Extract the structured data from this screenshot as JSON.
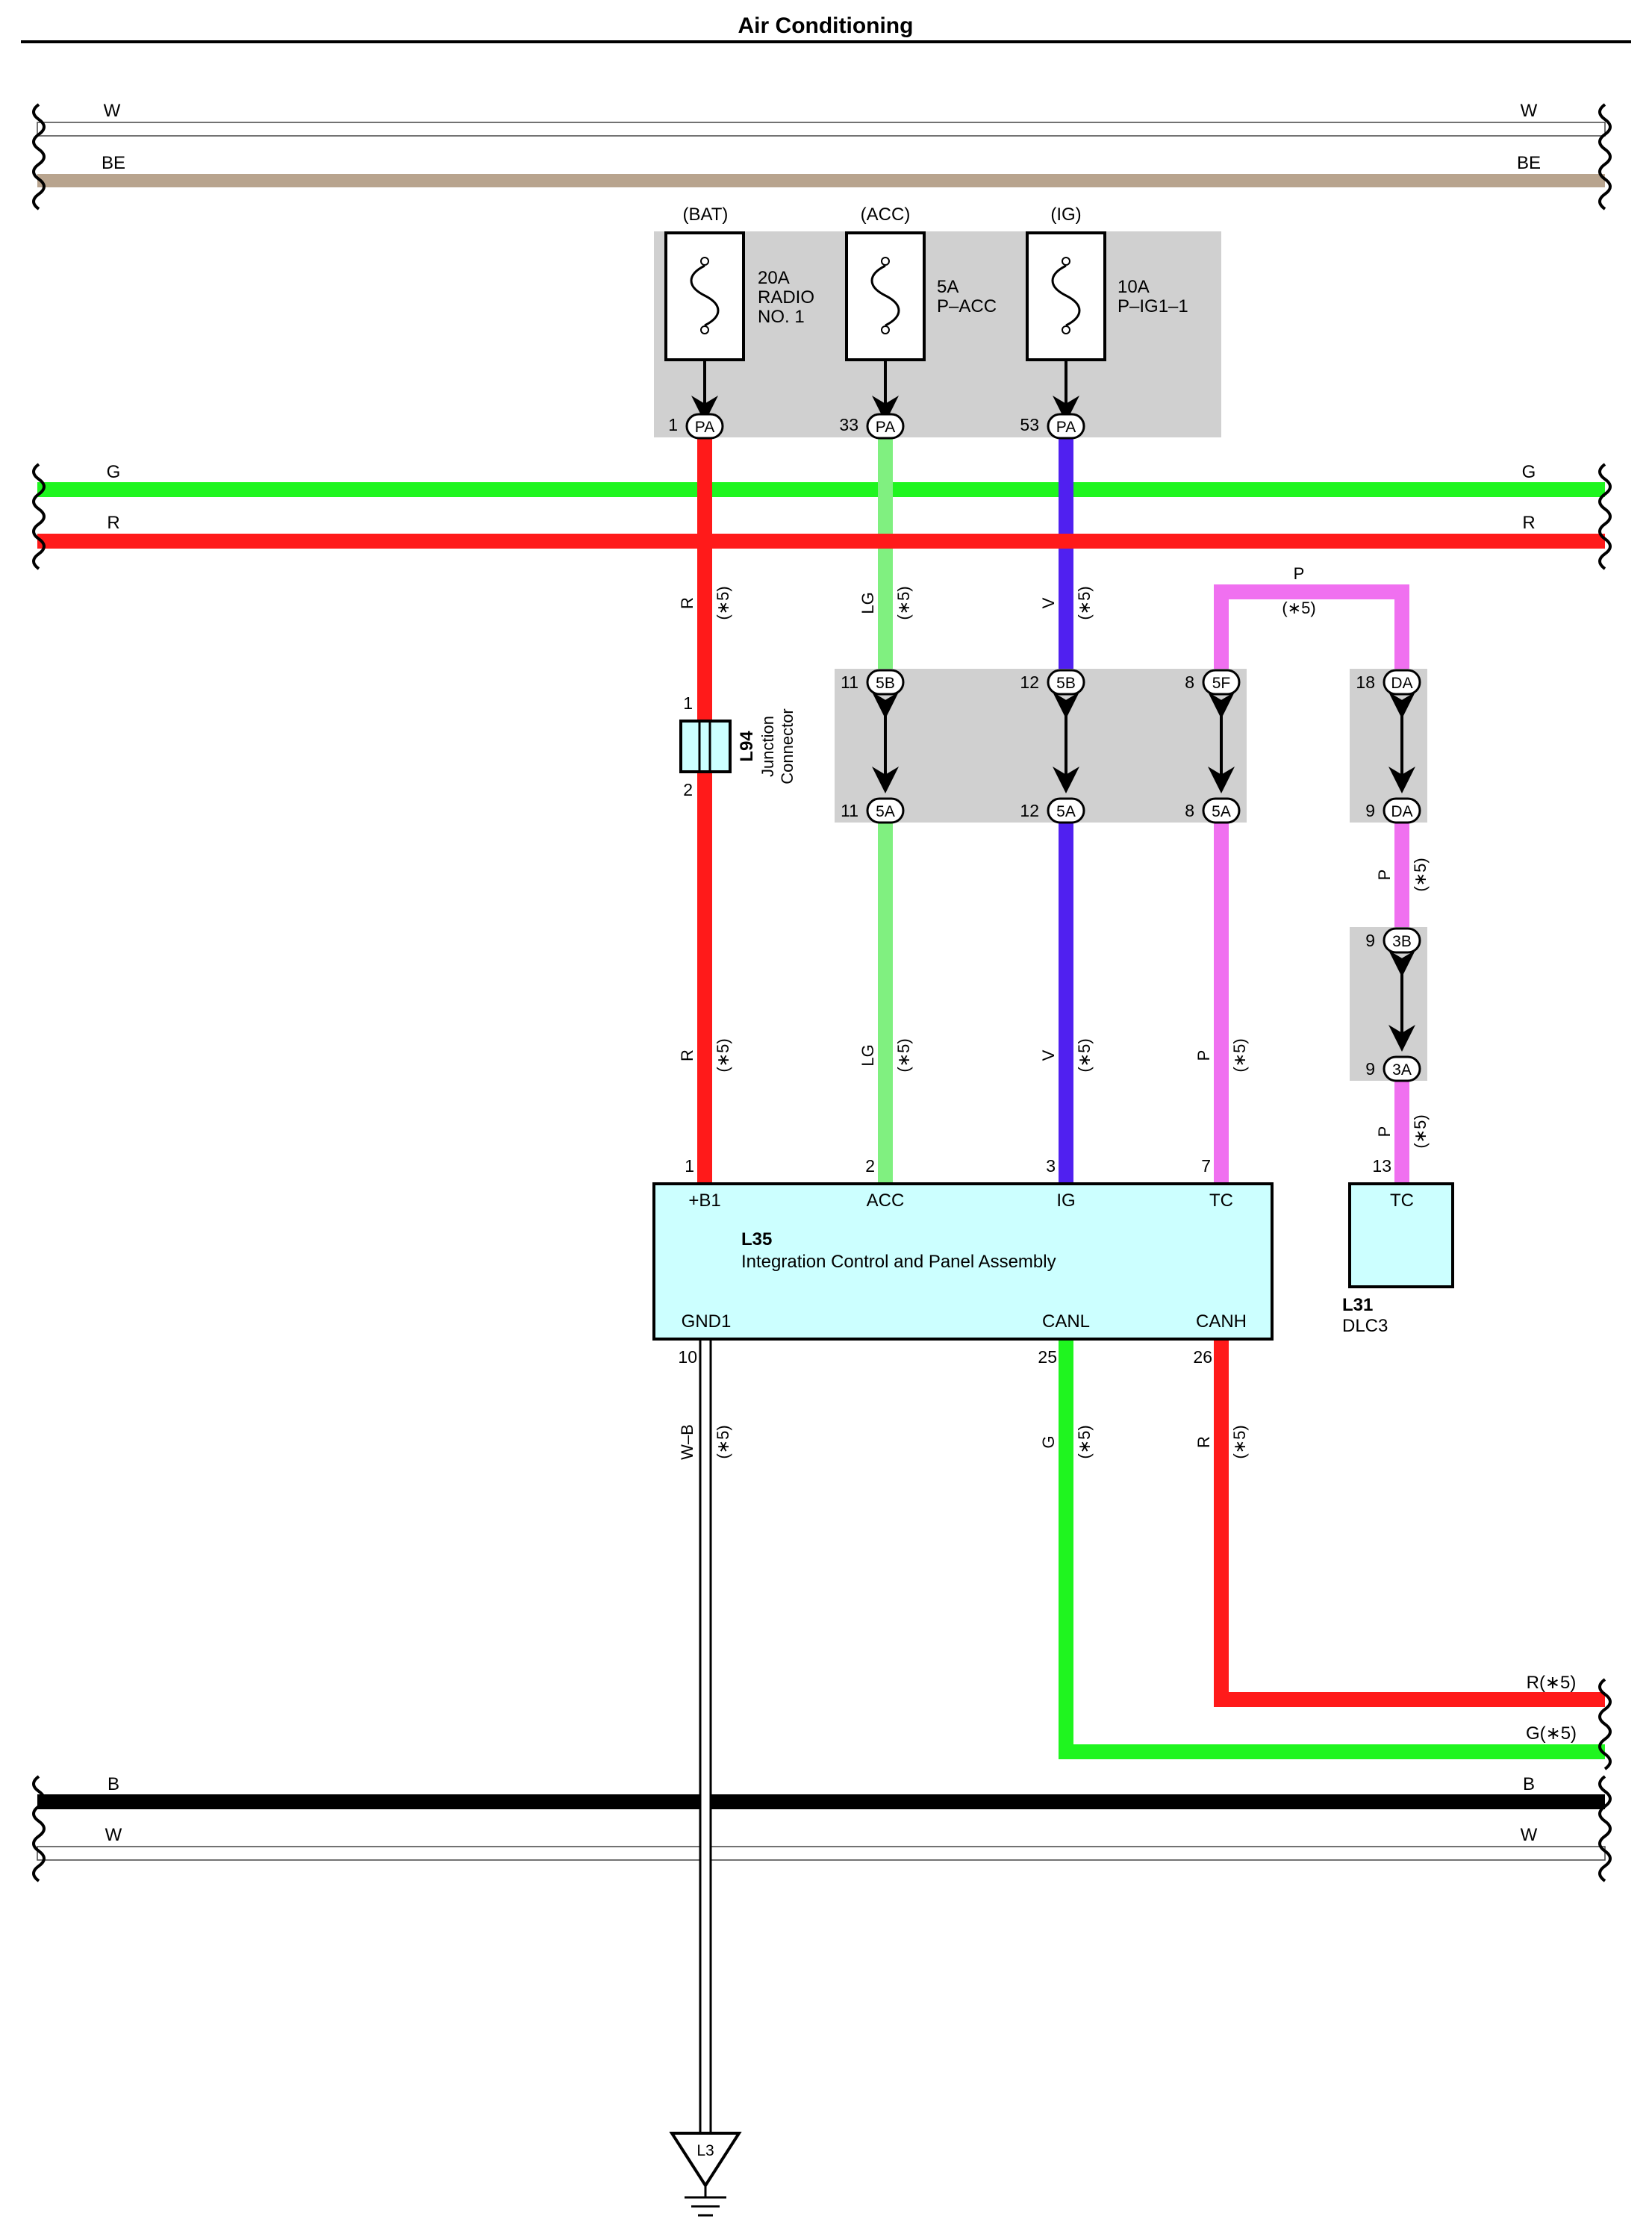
{
  "title": "Air Conditioning",
  "colors": {
    "W": "#ffffff",
    "BE": "#b8a48e",
    "G": "#1ff51f",
    "R": "#ff1a1a",
    "LG": "#80f080",
    "V": "#5020f0",
    "P": "#f070f0",
    "B": "#000000",
    "module_fill": "#ccffff",
    "junction_fill": "#d0d0d0"
  },
  "buses": {
    "top_w": "W",
    "top_be": "BE",
    "mid_g": "G",
    "mid_r": "R",
    "bot_b": "B",
    "bot_w": "W"
  },
  "fuses": [
    {
      "source": "(BAT)",
      "rating": "20A",
      "name1": "RADIO",
      "name2": "NO. 1",
      "pin": "1",
      "conn": "PA"
    },
    {
      "source": "(ACC)",
      "rating": "5A",
      "name1": "P–ACC",
      "name2": "",
      "pin": "33",
      "conn": "PA"
    },
    {
      "source": "(IG)",
      "rating": "10A",
      "name1": "P–IG1–1",
      "name2": "",
      "pin": "53",
      "conn": "PA"
    }
  ],
  "wire_labels": {
    "r": "R",
    "lg": "LG",
    "v": "V",
    "p": "P",
    "note": "(∗5)",
    "wb": "W–B",
    "g": "G",
    "r_bottom": "R(∗5)",
    "g_bottom": "G(∗5)"
  },
  "junction_l94": {
    "id": "L94",
    "name1": "Junction",
    "name2": "Connector",
    "pin_top": "1",
    "pin_bottom": "2"
  },
  "junction_block_1": [
    {
      "top_pin": "11",
      "top_conn": "5B",
      "bottom_pin": "11",
      "bottom_conn": "5A"
    },
    {
      "top_pin": "12",
      "top_conn": "5B",
      "bottom_pin": "12",
      "bottom_conn": "5A"
    },
    {
      "top_pin": "8",
      "top_conn": "5F",
      "bottom_pin": "8",
      "bottom_conn": "5A"
    }
  ],
  "junction_da": {
    "top_pin": "18",
    "top_conn": "DA",
    "bottom_pin": "9",
    "bottom_conn": "DA"
  },
  "junction_3ab": {
    "top_pin": "9",
    "top_conn": "3B",
    "bottom_pin": "9",
    "bottom_conn": "3A"
  },
  "module_l35": {
    "id": "L35",
    "name": "Integration Control and Panel Assembly",
    "pins_top": [
      {
        "num": "1",
        "name": "+B1"
      },
      {
        "num": "2",
        "name": "ACC"
      },
      {
        "num": "3",
        "name": "IG"
      },
      {
        "num": "7",
        "name": "TC"
      }
    ],
    "pins_bottom": [
      {
        "num": "10",
        "name": "GND1"
      },
      {
        "num": "25",
        "name": "CANL"
      },
      {
        "num": "26",
        "name": "CANH"
      }
    ]
  },
  "module_l31": {
    "id": "L31",
    "name": "DLC3",
    "pin_num": "13",
    "pin_name": "TC"
  },
  "ground": {
    "id": "L3"
  }
}
